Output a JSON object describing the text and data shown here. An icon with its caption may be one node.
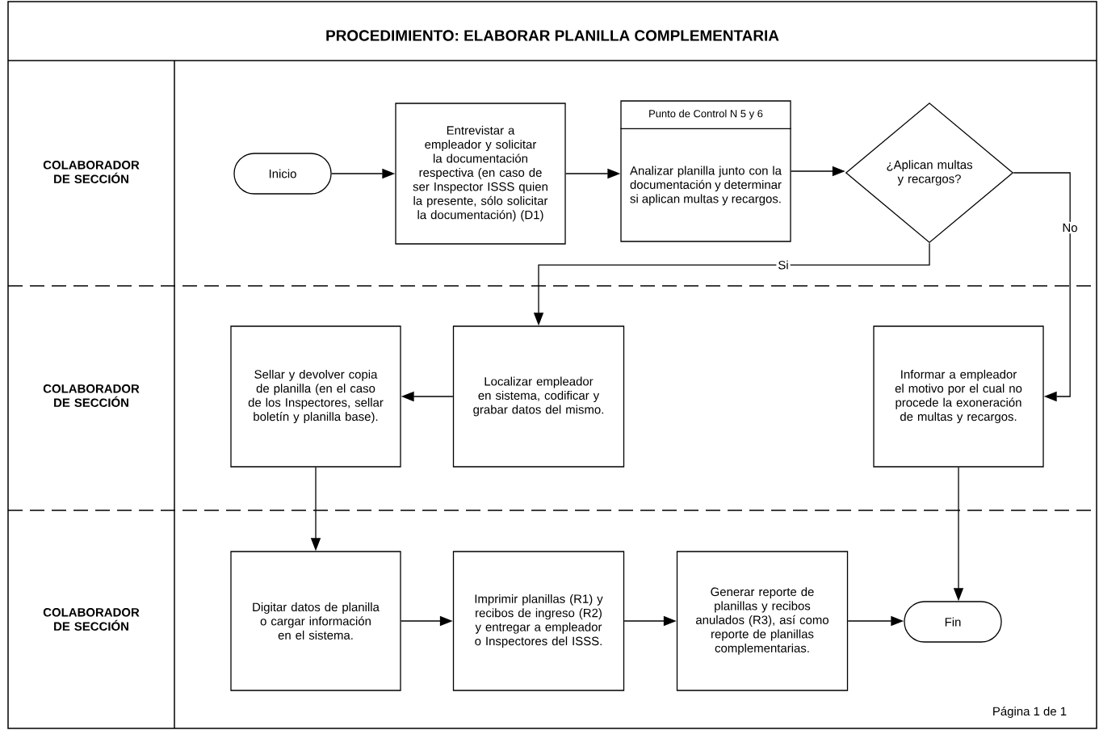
{
  "diagram": {
    "title": "PROCEDIMIENTO: ELABORAR PLANILLA COMPLEMENTARIA",
    "nodes": [
      {
        "text": [
          "Inicio"
        ]
      },
      {
        "text": [
          "Entrevistar a empleador y solicitar la documentación respectiva (en caso de ser Inspector ISSS quien la presente, sólo solicitar la documentación) (D1)"
        ]
      },
      {
        "text": [
          "Punto de Control  N 5 y 6",
          "Analizar planilla junto con la documentación y determinar si aplican multas y recargos."
        ]
      },
      {
        "text": [
          "¿Aplican multas y recargos?"
        ]
      },
      {
        "text": [
          "Localizar empleador en sistema, codificar y grabar datos del mismo."
        ]
      },
      {
        "text": [
          "Sellar y devolver copia de planilla (en el caso de los Inspectores, sellar boletín y planilla base)."
        ]
      },
      {
        "text": [
          "Informar a empleador el motivo por el cual no procede la exoneración de multas y recargos."
        ]
      },
      {
        "text": [
          "Digitar datos de planilla o cargar información en el sistema."
        ]
      },
      {
        "text": [
          "Imprimir planillas (R1) y recibos de ingreso (R2) y entregar a empleador o Inspectores del ISSS."
        ]
      },
      {
        "text": [
          "Generar reporte de planillas y recibos anulados (R3), así como reporte de planillas complementarias."
        ]
      },
      {
        "text": [
          "Fin"
        ]
      }
    ],
    "edges": [
      {
        "from": 0,
        "to": 1,
        "arrow": "to"
      },
      {
        "from": 1,
        "to": 2,
        "arrow": "to"
      },
      {
        "from": 2,
        "to": 3,
        "arrow": "to"
      },
      {
        "from": 3,
        "to": 4,
        "arrow": "to",
        "label": "Si"
      },
      {
        "from": 3,
        "to": 6,
        "arrow": "to",
        "label": "No"
      },
      {
        "from": 4,
        "to": 5,
        "arrow": "to"
      },
      {
        "from": 5,
        "to": 7,
        "arrow": "to"
      },
      {
        "from": 7,
        "to": 8,
        "arrow": "to"
      },
      {
        "from": 8,
        "to": 9,
        "arrow": "to"
      },
      {
        "from": 9,
        "to": 10,
        "arrow": "to"
      },
      {
        "from": 6,
        "to": 10,
        "arrow": "to"
      }
    ],
    "labels": [
      "COLABORADOR DE SECCIÓN",
      "COLABORADOR DE SECCIÓN",
      "COLABORADOR DE SECCIÓN",
      "Página 1 de 1"
    ]
  }
}
